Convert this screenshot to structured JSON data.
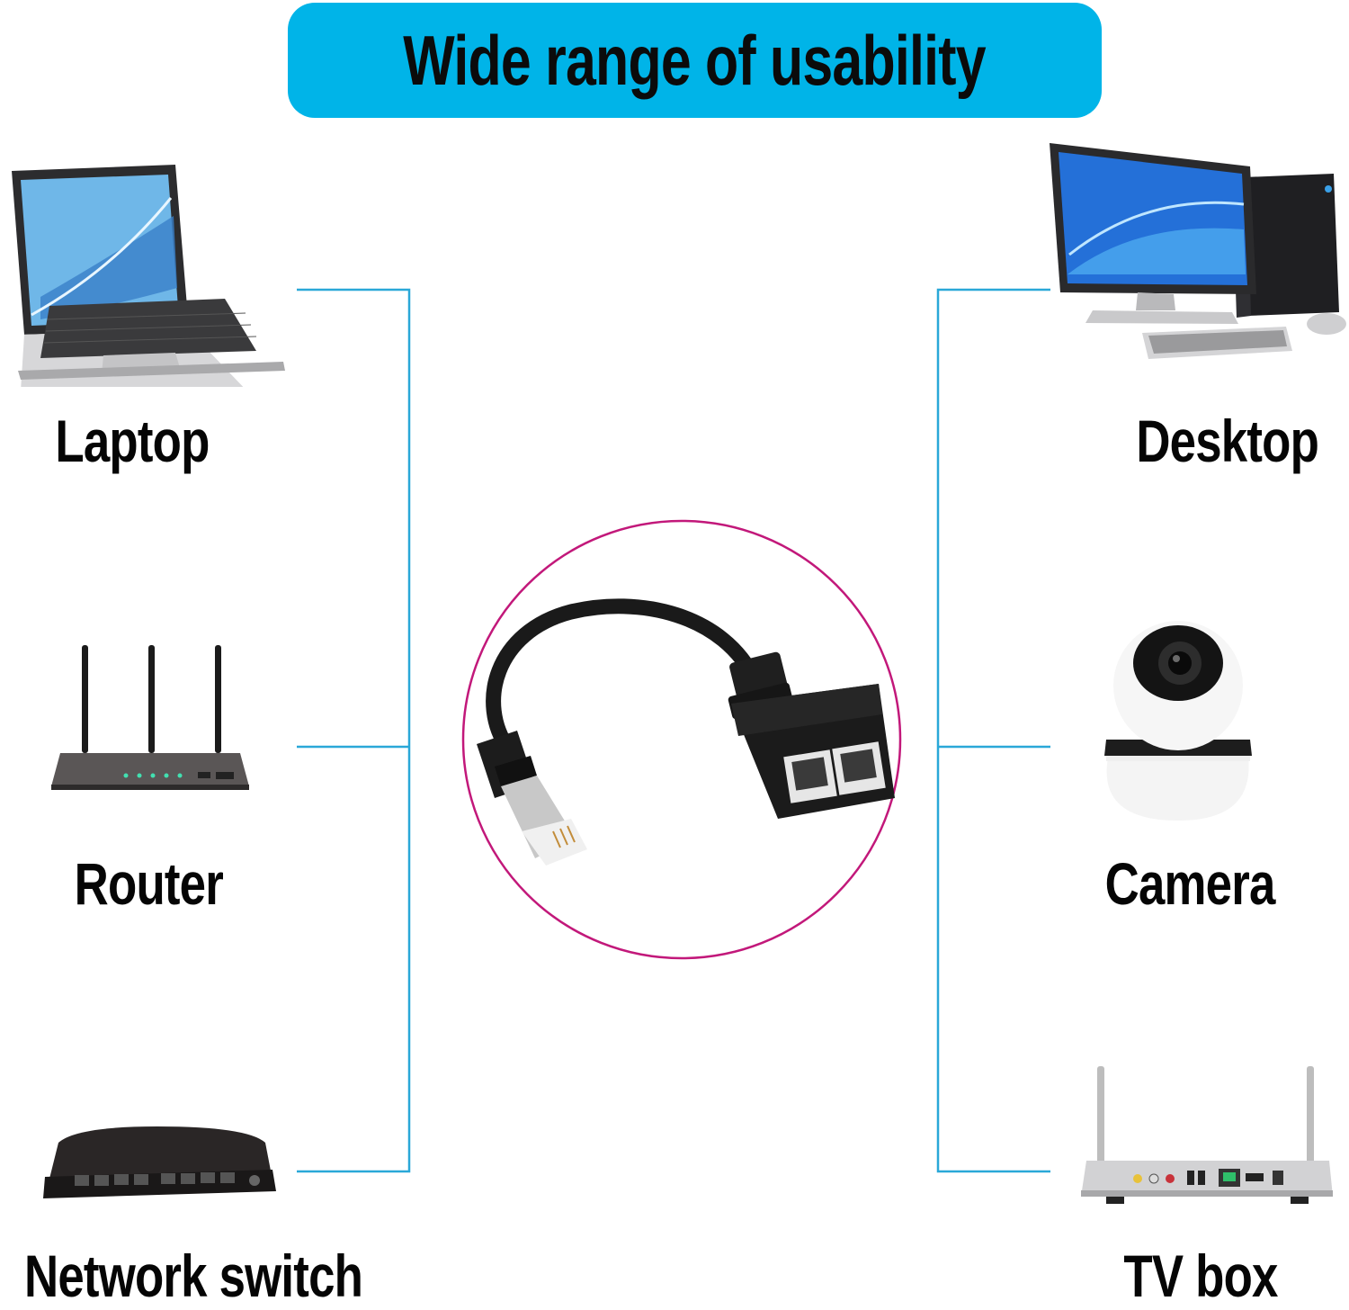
{
  "title": "Wide range of usability",
  "colors": {
    "banner": "#00b4e8",
    "connector_lines": "#2aa8d8",
    "circle": "#c2187a",
    "label_text": "#050505"
  },
  "devices": {
    "left": [
      {
        "label": "Laptop",
        "icon": "laptop-icon"
      },
      {
        "label": "Router",
        "icon": "router-icon"
      },
      {
        "label": "Network switch",
        "icon": "network-switch-icon"
      }
    ],
    "right": [
      {
        "label": "Desktop",
        "icon": "desktop-icon"
      },
      {
        "label": "Camera",
        "icon": "camera-icon"
      },
      {
        "label": "TV box",
        "icon": "tv-box-icon"
      }
    ]
  },
  "center_product": {
    "icon": "ethernet-splitter-icon"
  }
}
